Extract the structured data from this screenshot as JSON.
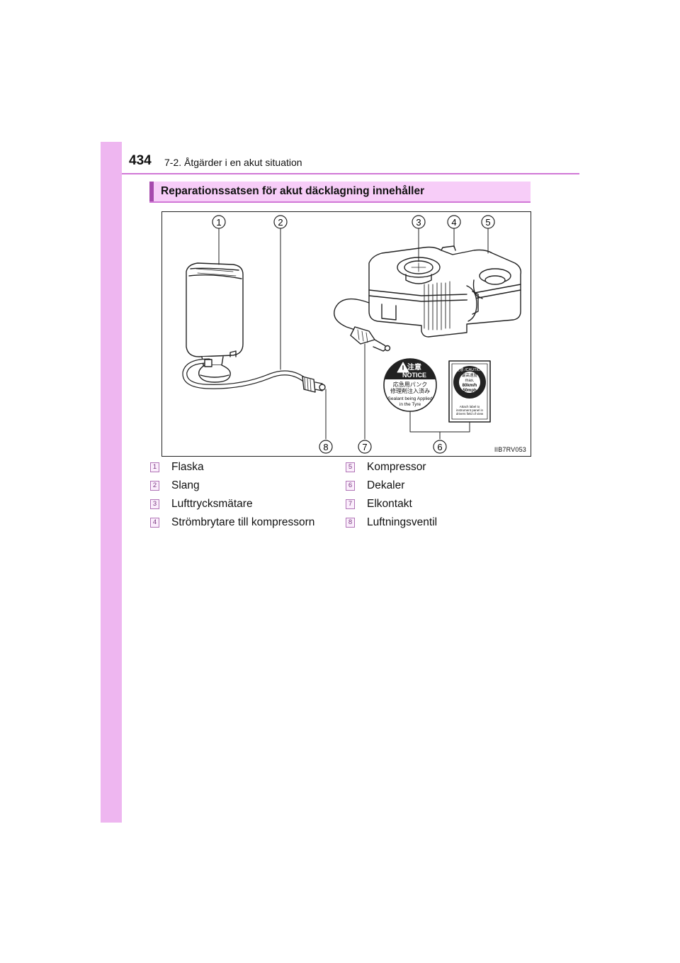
{
  "header": {
    "page_number": "434",
    "chapter": "7-2. Åtgärder i en akut situation"
  },
  "section": {
    "title": "Reparationssatsen för akut däcklagning innehåller"
  },
  "figure": {
    "code": "IIB7RV053",
    "callouts": [
      "1",
      "2",
      "3",
      "4",
      "5",
      "6",
      "7",
      "8"
    ],
    "sticker_notice": {
      "line1": "注意",
      "line2": "NOTICE",
      "line3": "応急用パンク",
      "line4": "修理剤注入済み",
      "line5": "Sealant being Applied",
      "line6": "in the Tyre"
    },
    "sticker_caution": {
      "line1": "注意 /CAUTION",
      "line2": "最高速度",
      "line3": "max.",
      "line4": "80km/h",
      "line5": "50mph",
      "line6": "Attach label to",
      "line7": "instrument panel in",
      "line8": "drivers field of view"
    }
  },
  "legend": [
    {
      "num": "1",
      "label": "Flaska"
    },
    {
      "num": "2",
      "label": "Slang"
    },
    {
      "num": "3",
      "label": "Lufttrycksmätare"
    },
    {
      "num": "4",
      "label": "Strömbrytare till kompressorn"
    },
    {
      "num": "5",
      "label": "Kompressor"
    },
    {
      "num": "6",
      "label": "Dekaler"
    },
    {
      "num": "7",
      "label": "Elkontakt"
    },
    {
      "num": "8",
      "label": "Luftningsventil"
    }
  ]
}
